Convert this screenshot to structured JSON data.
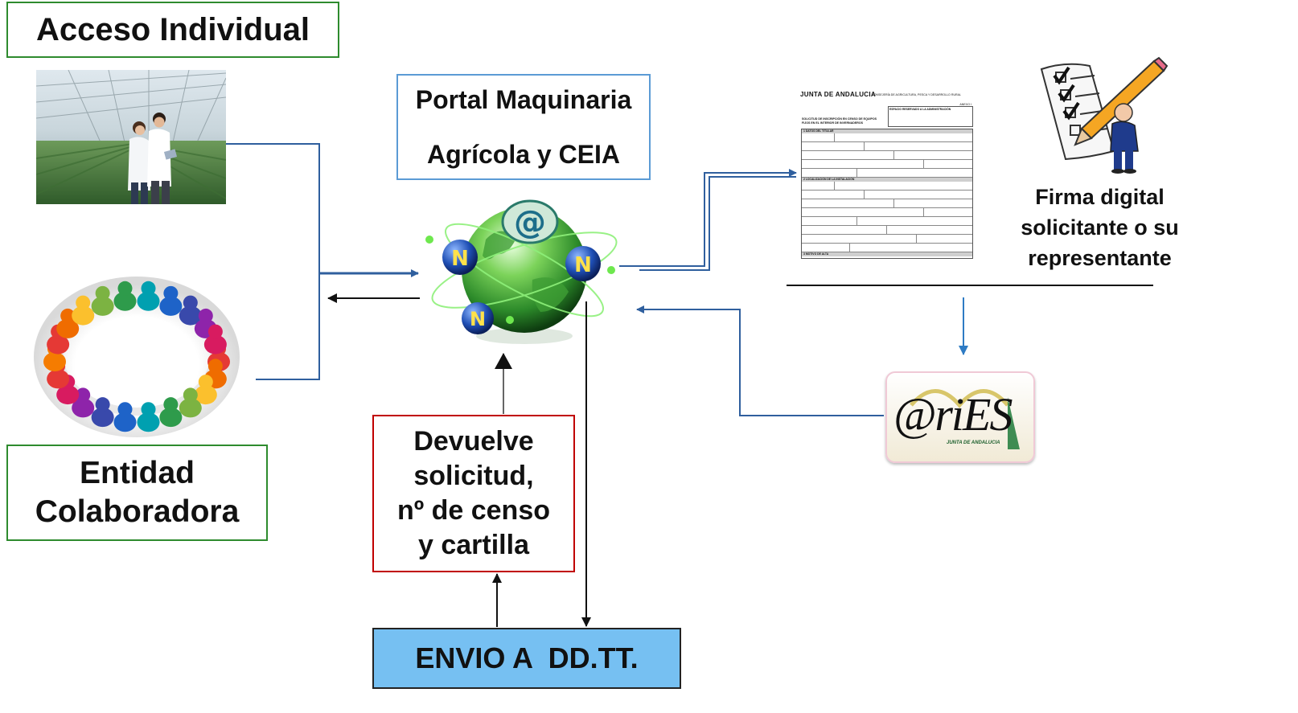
{
  "boxes": {
    "acceso_individual": "Acceso Individual",
    "entidad_colaboradora_line1": "Entidad",
    "entidad_colaboradora_line2": "Colaboradora",
    "portal_line1": "Portal Maquinaria",
    "portal_line2": "Agrícola y CEIA",
    "devuelve_line1": "Devuelve",
    "devuelve_line2": "solicitud,",
    "devuelve_line3": "nº de censo",
    "devuelve_line4": "y cartilla",
    "envio": "ENVIO A  DD.TT.",
    "firma_line1": "Firma digital",
    "firma_line2": "solicitante o su",
    "firma_line3": "representante"
  },
  "form_document": {
    "header_left": "JUNTA DE ANDALUCIA",
    "header_right": "CONSEJERÍA DE AGRICULTURA, PESCA Y DESARROLLO RURAL",
    "anexo": "ANEXO I",
    "reserved": "ESPACIO RESERVADO A LA ADMINISTRACIÓN",
    "title": "SOLICITUD DE INSCRIPCIÓN EN CENSO DE EQUIPOS FIJOS EN EL INTERIOR DE INVERNADEROS",
    "section1": "1  DATOS DEL TITULAR",
    "section2": "2  LOCALIZACIÓN DE LA INSTALACIÓN",
    "section3": "3  MOTIVO DE ALTA"
  },
  "aries_logo": {
    "text": "@riES",
    "subtext": "JUNTA DE ANDALUCIA"
  },
  "colors": {
    "green_border": "#2e8b2e",
    "blue_border": "#5b9bd5",
    "red_border": "#c00000",
    "envio_fill": "#76c0f2",
    "connector_blue": "#2f5f9e",
    "arrow_blue": "#2e7bc4"
  }
}
